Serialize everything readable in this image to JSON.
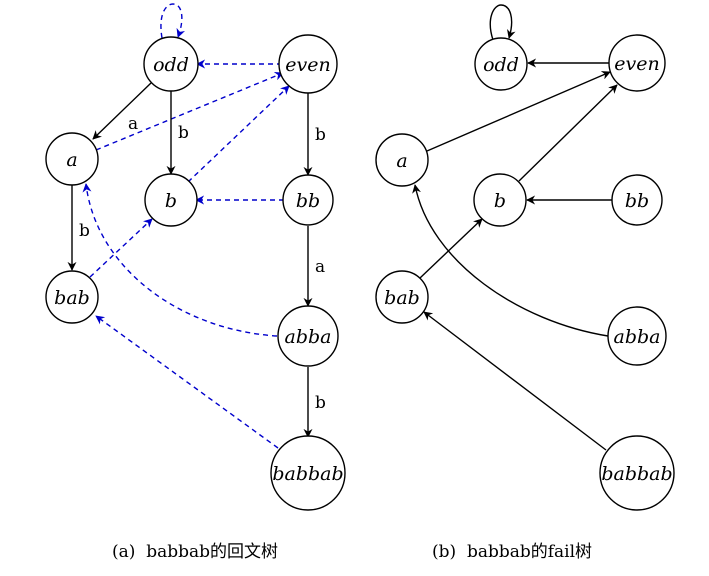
{
  "colors": {
    "solid_edge": "#000000",
    "fail_edge": "#0000cc",
    "node_stroke": "#000000",
    "node_fill": "#ffffff"
  },
  "edge_labels": {
    "odd_a": "a",
    "odd_b": "b",
    "a_bab": "b",
    "even_bb": "b",
    "bb_abba": "a",
    "abba_babbab": "b"
  },
  "nodes": {
    "odd": "odd",
    "even": "even",
    "a": "a",
    "b": "b",
    "bb": "bb",
    "bab": "bab",
    "abba": "abba",
    "babbab": "babbab"
  },
  "captions": {
    "left": "(a)  babbab的回文树",
    "right": "(b)  babbab的fail树"
  }
}
